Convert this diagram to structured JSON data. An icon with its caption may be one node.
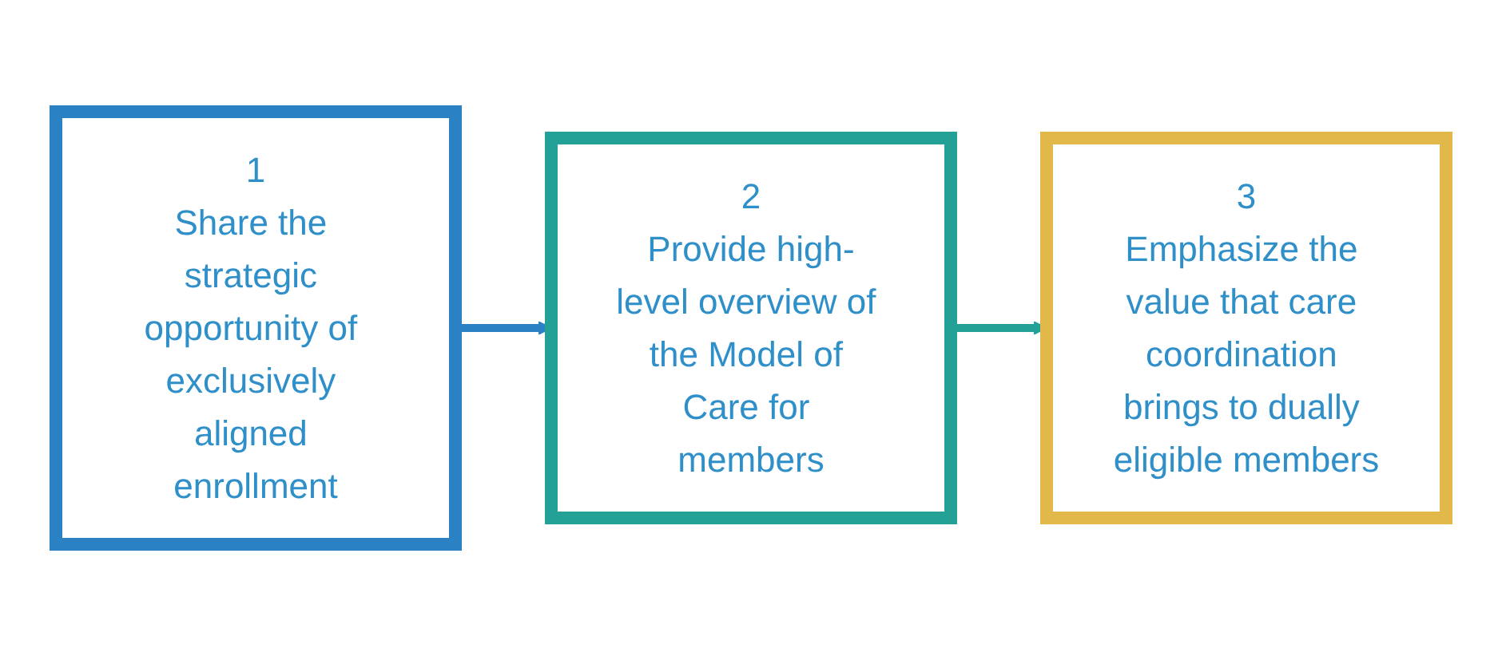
{
  "diagram": {
    "nodes": [
      {
        "text": [
          "1",
          "Share the strategic opportunity of exclusively aligned enrollment"
        ]
      },
      {
        "text": [
          "2",
          "Provide high-level overview of the Model of Care for members"
        ]
      },
      {
        "text": [
          "3",
          "Emphasize the value that care coordination brings to dually eligible members"
        ]
      }
    ],
    "edges": [
      {
        "from": 0,
        "to": 1,
        "arrow": "to"
      },
      {
        "from": 1,
        "to": 2,
        "arrow": "to"
      }
    ]
  }
}
